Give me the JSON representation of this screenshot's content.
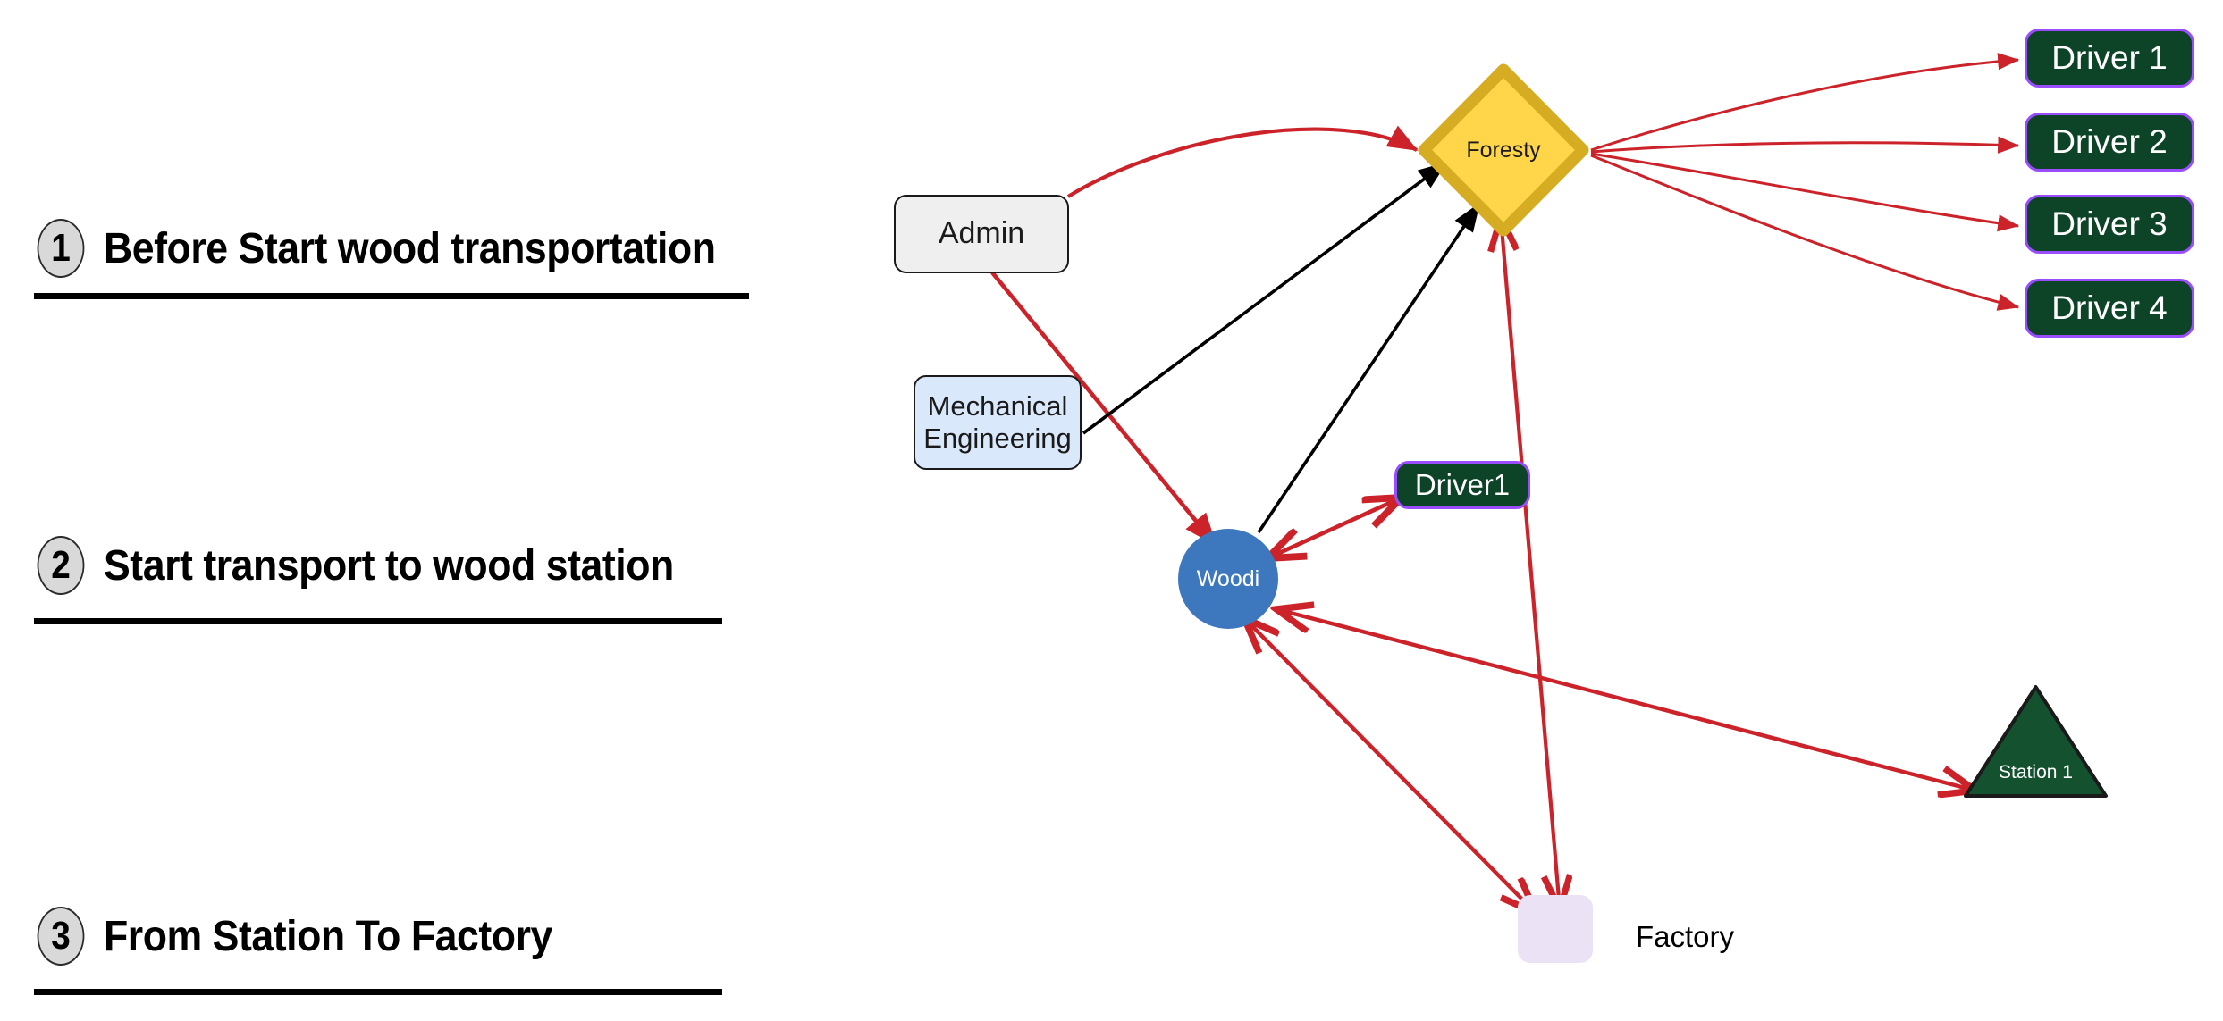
{
  "steps": [
    {
      "number": "1",
      "title": "Before Start wood transportation"
    },
    {
      "number": "2",
      "title": "Start transport to wood station"
    },
    {
      "number": "3",
      "title": "From Station To Factory"
    }
  ],
  "diagram": {
    "nodes": {
      "admin": {
        "label": "Admin"
      },
      "mechanical": {
        "label": "Mechanical\nEngineering",
        "line1": "Mechanical",
        "line2": "Engineering"
      },
      "foresty": {
        "label": "Foresty"
      },
      "woodi": {
        "label": "Woodi"
      },
      "driver1_small": {
        "label": "Driver1"
      },
      "station1": {
        "label": "Station 1"
      },
      "factory": {
        "label": "Factory"
      },
      "drivers": [
        {
          "label": "Driver 1"
        },
        {
          "label": "Driver 2"
        },
        {
          "label": "Driver 3"
        },
        {
          "label": "Driver 4"
        }
      ]
    },
    "edges": [
      {
        "from": "Admin",
        "to": "Foresty",
        "color": "#cc2229",
        "style": "curved",
        "arrow": "single"
      },
      {
        "from": "Admin",
        "to": "Woodi",
        "color": "#cc2229",
        "style": "straight",
        "arrow": "single"
      },
      {
        "from": "Mechanical Engineering",
        "to": "Foresty",
        "color": "#000000",
        "style": "straight",
        "arrow": "single"
      },
      {
        "from": "Woodi",
        "to": "Foresty",
        "color": "#000000",
        "style": "straight",
        "arrow": "single"
      },
      {
        "from": "Woodi",
        "to": "Driver1",
        "color": "#cc2229",
        "style": "straight",
        "arrow": "double"
      },
      {
        "from": "Foresty",
        "to": "Factory",
        "color": "#cc2229",
        "style": "straight",
        "arrow": "double"
      },
      {
        "from": "Woodi",
        "to": "Factory",
        "color": "#cc2229",
        "style": "straight",
        "arrow": "double"
      },
      {
        "from": "Station 1",
        "to": "Woodi",
        "color": "#cc2229",
        "style": "straight",
        "arrow": "double"
      },
      {
        "from": "Foresty",
        "to": "Driver 1",
        "color": "#cc2229",
        "style": "curved",
        "arrow": "single"
      },
      {
        "from": "Foresty",
        "to": "Driver 2",
        "color": "#cc2229",
        "style": "curved",
        "arrow": "single"
      },
      {
        "from": "Foresty",
        "to": "Driver 3",
        "color": "#cc2229",
        "style": "curved",
        "arrow": "single"
      },
      {
        "from": "Foresty",
        "to": "Driver 4",
        "color": "#cc2229",
        "style": "curved",
        "arrow": "single"
      }
    ]
  },
  "colors": {
    "red_edge": "#cc2229",
    "black_edge": "#000000",
    "foresty_fill": "#ffd54a",
    "foresty_stroke": "#d6ad22",
    "driver_fill": "#0d4427",
    "driver_stroke": "#9a4dff",
    "woodi_fill": "#3d78be",
    "station_fill": "#14522f",
    "station_stroke": "#1a1a1a",
    "factory_fill": "#ece2f5",
    "admin_fill": "#efefef",
    "mechanical_fill": "#dae8fc",
    "badge_fill": "#d9d9d9"
  }
}
